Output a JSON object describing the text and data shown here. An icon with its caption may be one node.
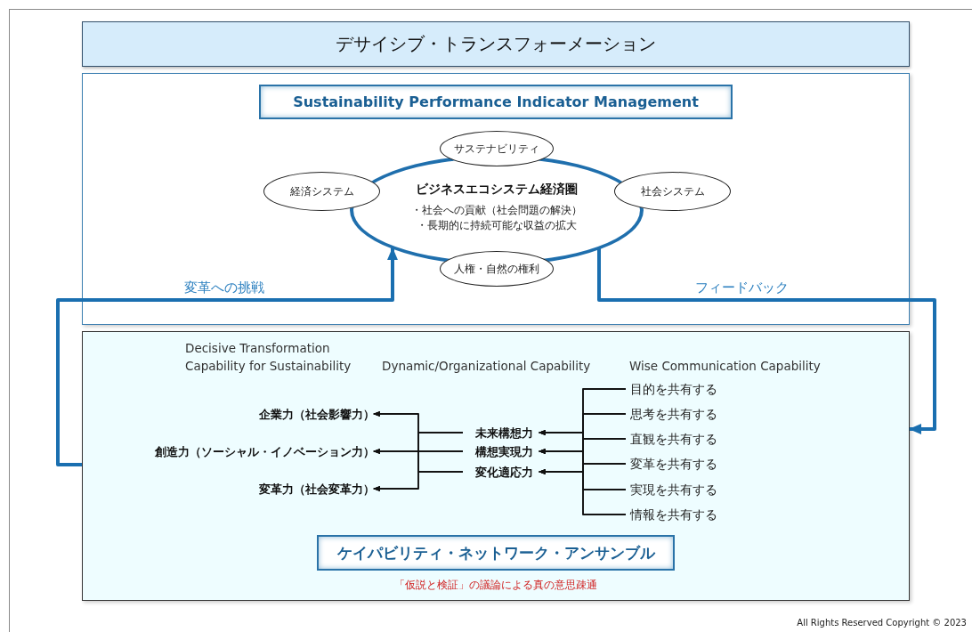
{
  "diagram": {
    "nodes": [
      {
        "text": [
          "デサイシブ・トランスフォーメーション"
        ]
      },
      {
        "text": [],
        "shape": "box"
      },
      {
        "text": [
          "Sustainability Performance Indicator Management"
        ],
        "in": 1
      },
      {
        "text": [
          "ビジネスエコシステム経済圏",
          "・社会への貢献（社会問題の解決）",
          "・長期的に持続可能な収益の拡大"
        ],
        "in": 1
      },
      {
        "text": [
          "サステナビリティ"
        ],
        "in": 1
      },
      {
        "text": [
          "経済システム"
        ],
        "in": 1
      },
      {
        "text": [
          "社会システム"
        ],
        "in": 1
      },
      {
        "text": [
          "人権・自然の権利"
        ],
        "in": 1
      },
      {
        "text": [],
        "shape": "box"
      },
      {
        "text": [
          "企業力（社会影響力）"
        ],
        "in": 8
      },
      {
        "text": [
          "創造力（ソーシャル・イノベーション力）"
        ],
        "in": 8
      },
      {
        "text": [
          "変革力（社会変革力）"
        ],
        "in": 8
      },
      {
        "text": [
          "未来構想力"
        ],
        "in": 8
      },
      {
        "text": [
          "構想実現力"
        ],
        "in": 8
      },
      {
        "text": [
          "変化適応力"
        ],
        "in": 8
      },
      {
        "text": [
          "目的を共有する"
        ],
        "in": 8
      },
      {
        "text": [
          "思考を共有する"
        ],
        "in": 8
      },
      {
        "text": [
          "直観を共有する"
        ],
        "in": 8
      },
      {
        "text": [
          "変革を共有する"
        ],
        "in": 8
      },
      {
        "text": [
          "実現を共有する"
        ],
        "in": 8
      },
      {
        "text": [
          "情報を共有する"
        ],
        "in": 8
      },
      {
        "text": [
          "ケイパビリティ・ネットワーク・アンサンブル"
        ],
        "in": 8,
        "beside": [
          "「仮説と検証」の議論による真の意思疎通"
        ]
      }
    ],
    "edges": [
      {
        "from": 8,
        "to": 3,
        "arrow": "to",
        "label": "変革への挑戦",
        "style": "thick",
        "color": "#1a6fb0"
      },
      {
        "from": 3,
        "to": 8,
        "arrow": "to",
        "label": "フィードバック",
        "style": "thick",
        "color": "#1a6fb0"
      },
      {
        "from": 12,
        "to": 9,
        "arrow": "to"
      },
      {
        "from": 12,
        "to": 10,
        "arrow": "to"
      },
      {
        "from": 12,
        "to": 11,
        "arrow": "to"
      },
      {
        "from": 13,
        "to": 9,
        "arrow": "to"
      },
      {
        "from": 13,
        "to": 10,
        "arrow": "to"
      },
      {
        "from": 13,
        "to": 11,
        "arrow": "to"
      },
      {
        "from": 14,
        "to": 9,
        "arrow": "to"
      },
      {
        "from": 14,
        "to": 10,
        "arrow": "to"
      },
      {
        "from": 14,
        "to": 11,
        "arrow": "to"
      },
      {
        "from": 15,
        "to": 12,
        "arrow": "to"
      },
      {
        "from": 15,
        "to": 13,
        "arrow": "to"
      },
      {
        "from": 15,
        "to": 14,
        "arrow": "to"
      },
      {
        "from": 16,
        "to": 12,
        "arrow": "to"
      },
      {
        "from": 16,
        "to": 13,
        "arrow": "to"
      },
      {
        "from": 16,
        "to": 14,
        "arrow": "to"
      },
      {
        "from": 17,
        "to": 12,
        "arrow": "to"
      },
      {
        "from": 17,
        "to": 13,
        "arrow": "to"
      },
      {
        "from": 17,
        "to": 14,
        "arrow": "to"
      },
      {
        "from": 18,
        "to": 12,
        "arrow": "to"
      },
      {
        "from": 18,
        "to": 13,
        "arrow": "to"
      },
      {
        "from": 18,
        "to": 14,
        "arrow": "to"
      },
      {
        "from": 19,
        "to": 12,
        "arrow": "to"
      },
      {
        "from": 19,
        "to": 13,
        "arrow": "to"
      },
      {
        "from": 19,
        "to": 14,
        "arrow": "to"
      },
      {
        "from": 20,
        "to": 12,
        "arrow": "to"
      },
      {
        "from": 20,
        "to": 13,
        "arrow": "to"
      },
      {
        "from": 20,
        "to": 14,
        "arrow": "to"
      }
    ],
    "labels": [
      "Decisive Transformation Capability for Sustainability",
      "Dynamic/Organizational Capability",
      "Wise Communication Capability",
      "All Rights Reserved Copyright © 2023"
    ]
  }
}
